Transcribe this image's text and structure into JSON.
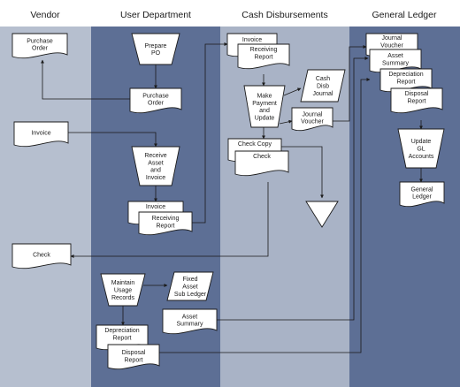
{
  "colors": {
    "vendor_lane": "#b6bfcf",
    "user_lane": "#5d6f95",
    "cash_lane": "#a9b3c6",
    "gl_lane": "#5d6f95",
    "header_bg": "#ffffff",
    "line": "#1a1a1a"
  },
  "lanes": [
    {
      "name": "Vendor"
    },
    {
      "name": "User Department"
    },
    {
      "name": "Cash Disbursements"
    },
    {
      "name": "General Ledger"
    }
  ],
  "nodes": {
    "vendor_purchase_order": [
      "Purchase",
      "Order"
    ],
    "vendor_invoice": [
      "Invoice"
    ],
    "vendor_check": [
      "Check"
    ],
    "prepare_po": [
      "Prepare",
      "PO"
    ],
    "user_purchase_order": [
      "Purchase",
      "Order"
    ],
    "receive_asset": [
      "Receive",
      "Asset",
      "and",
      "Invoice"
    ],
    "user_invoice": [
      "Invoice"
    ],
    "user_receiving_report": [
      "Receiving",
      "Report"
    ],
    "maintain_usage": [
      "Maintain",
      "Usage",
      "Records"
    ],
    "fixed_asset_ledger": [
      "Fixed",
      "Asset",
      "Sub Ledger"
    ],
    "user_depreciation_report": [
      "Depreciation",
      "Report"
    ],
    "user_disposal_report": [
      "Disposal",
      "Report"
    ],
    "cash_invoice": [
      "Invoice"
    ],
    "cash_receiving_report": [
      "Receiving",
      "Report"
    ],
    "make_payment": [
      "Make",
      "Payment",
      "and",
      "Update"
    ],
    "cash_disb_journal": [
      "Cash",
      "Disb",
      "Journal"
    ],
    "cash_journal_voucher": [
      "Journal",
      "Voucher"
    ],
    "check_copy": [
      "Check Copy"
    ],
    "cash_check": [
      "Check"
    ],
    "asset_summary": [
      "Asset",
      "Summary"
    ],
    "gl_journal_voucher": [
      "Journal",
      "Voucher"
    ],
    "gl_asset_summary": [
      "Asset",
      "Summary"
    ],
    "gl_depreciation_report": [
      "Depreciation",
      "Report"
    ],
    "gl_disposal_report": [
      "Disposal",
      "Report"
    ],
    "update_gl": [
      "Update",
      "GL",
      "Accounts"
    ],
    "general_ledger": [
      "General",
      "Ledger"
    ]
  }
}
